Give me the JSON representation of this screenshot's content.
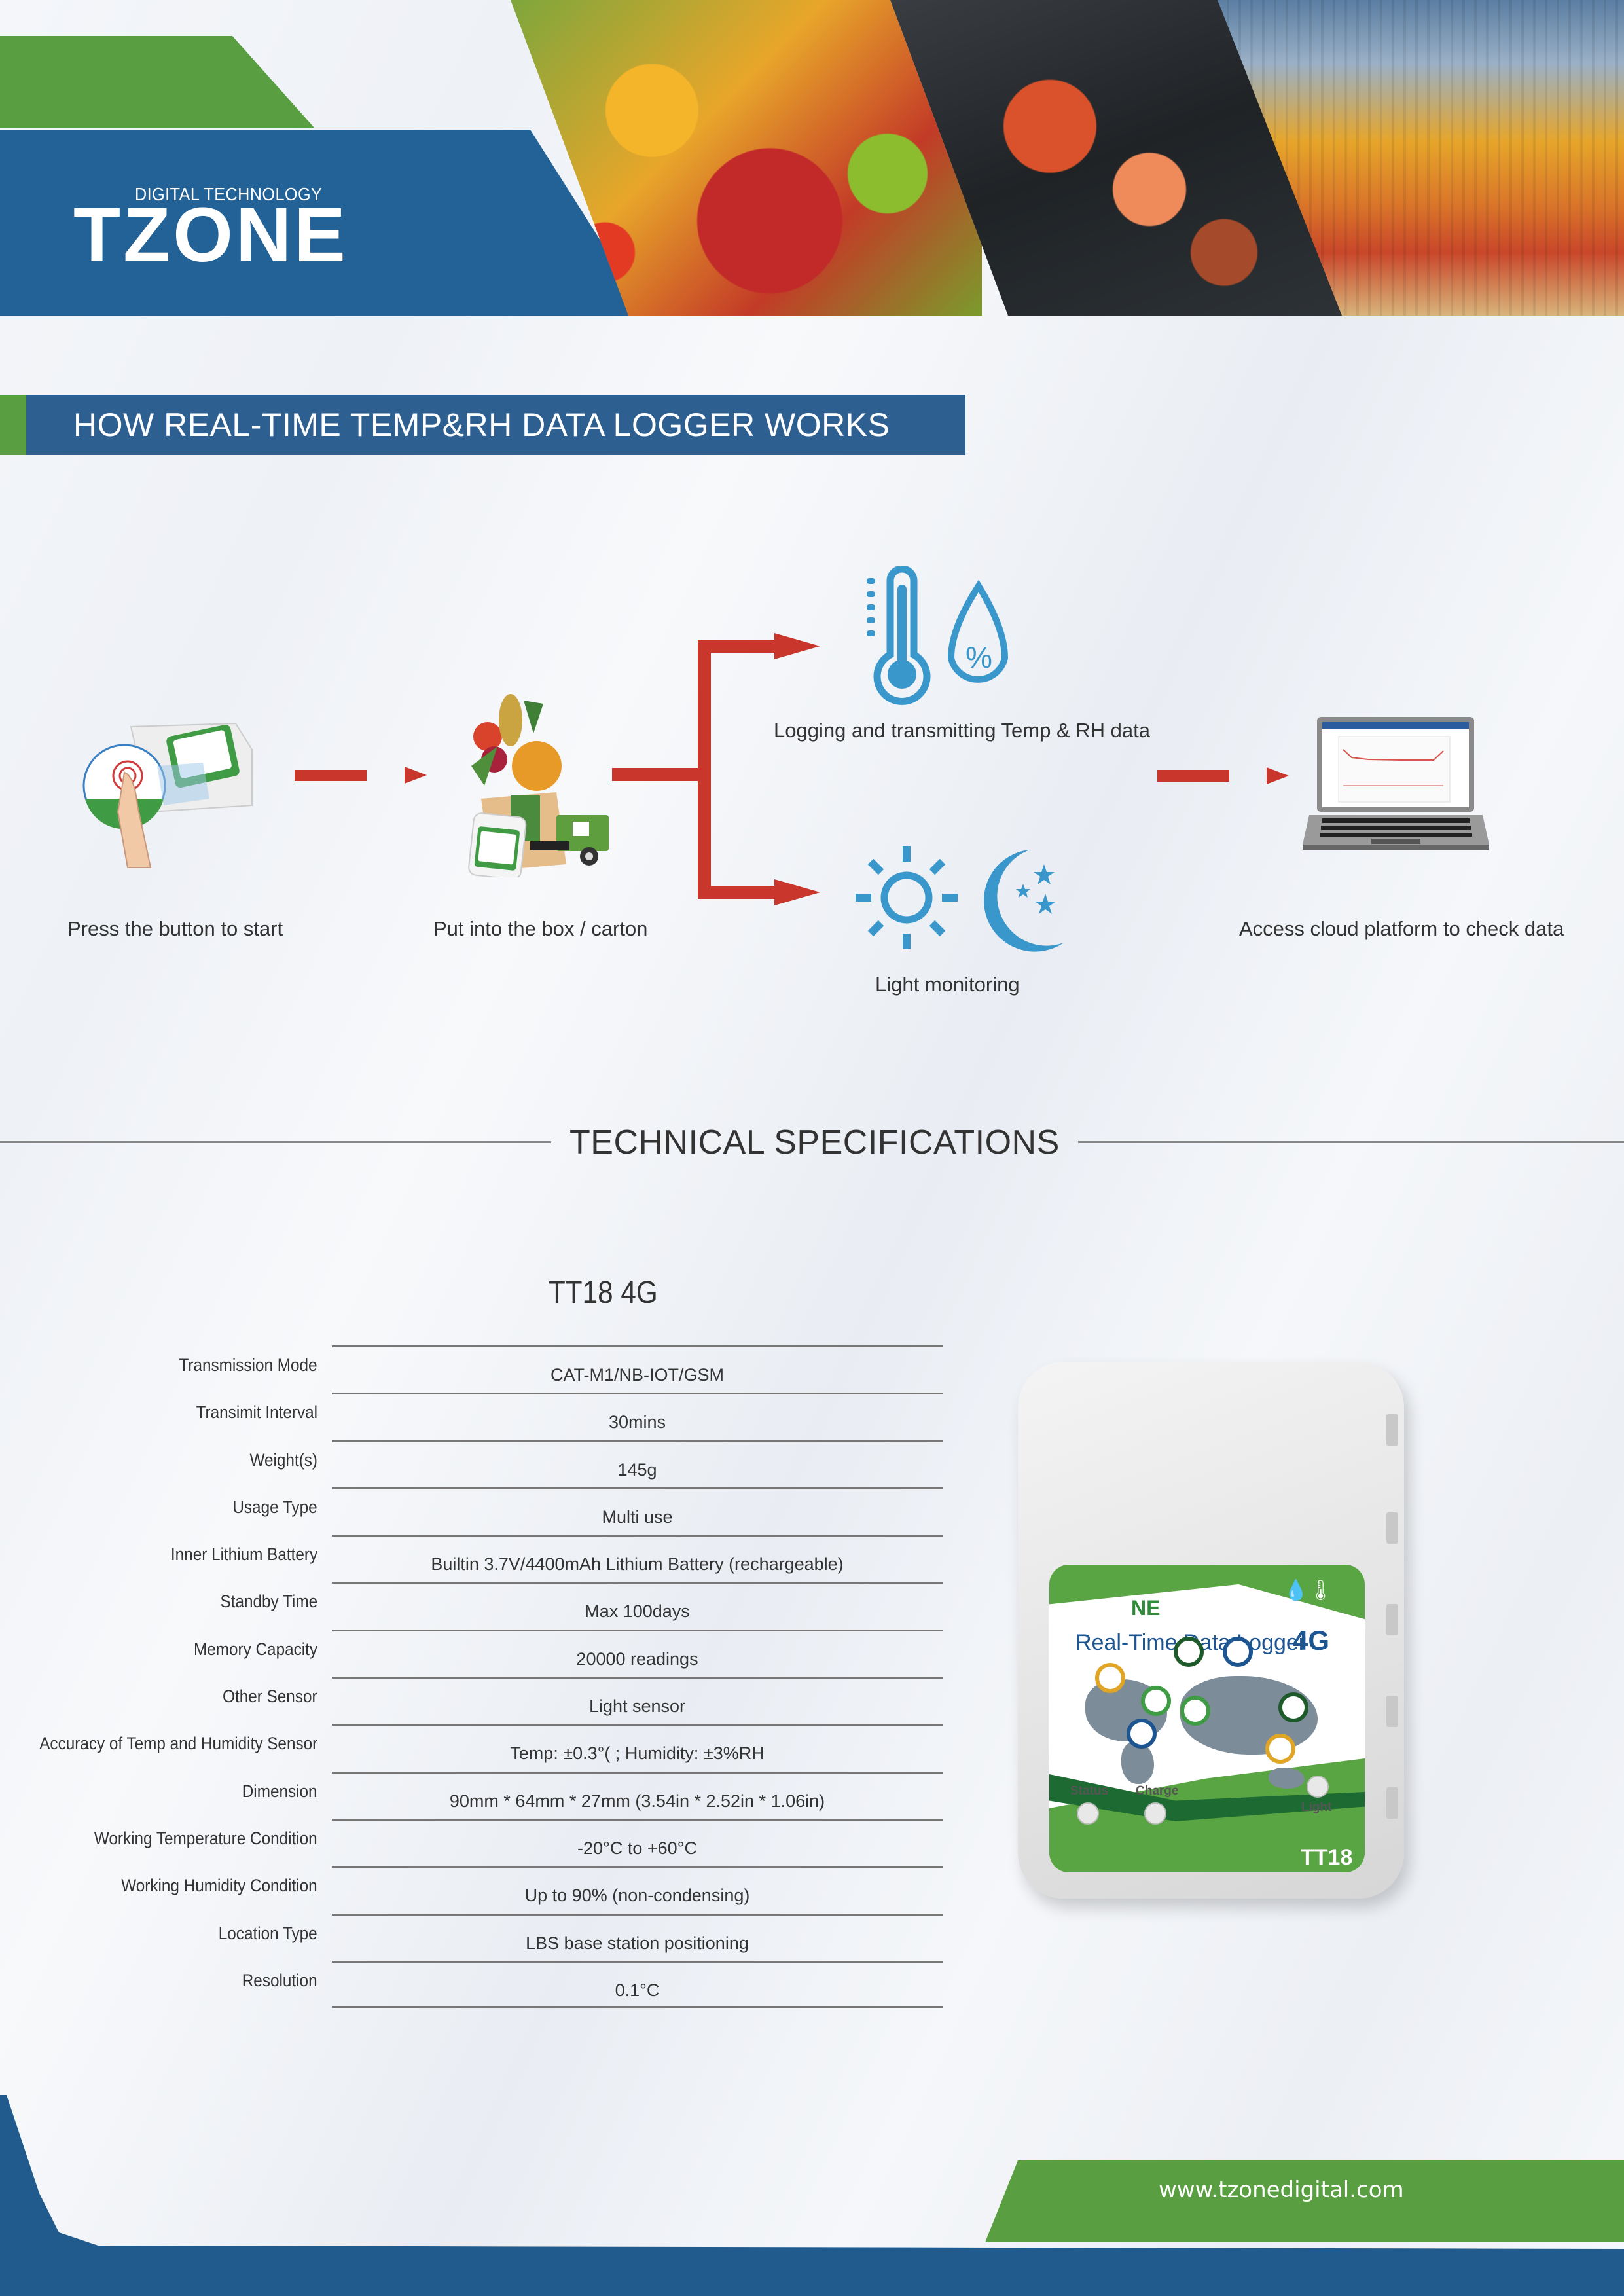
{
  "header": {
    "brand_tagline": "DIGITAL TECHNOLOGY",
    "brand_name": "TZONE",
    "colors": {
      "green": "#5a9e42",
      "blue": "#226297"
    },
    "photos": [
      "fresh-fruits-vegetables",
      "seafood",
      "shipping-containers-network"
    ]
  },
  "how_it_works": {
    "title": "HOW REAL-TIME TEMP&RH DATA LOGGER WORKS",
    "steps": [
      {
        "label": "Press the button to start",
        "icon": "hand-pressing-device-icon"
      },
      {
        "label": "Put into the box / carton",
        "icon": "grocery-bag-truck-icon"
      },
      {
        "label": "Logging and transmitting Temp & RH data",
        "icon": "thermometer-humidity-icon"
      },
      {
        "label": "Light monitoring",
        "icon": "sun-moon-icon"
      },
      {
        "label": "Access cloud platform to check data",
        "icon": "laptop-icon"
      }
    ],
    "arrow_color": "#c9362b",
    "icon_color": "#3a97cc"
  },
  "tech_specs": {
    "title": "TECHNICAL SPECIFICATIONS",
    "model": "TT18 4G",
    "rows": [
      {
        "label": "Transmission Mode",
        "value": "CAT-M1/NB-IOT/GSM"
      },
      {
        "label": "Transimit Interval",
        "value": "30mins"
      },
      {
        "label": "Weight(s)",
        "value": "145g"
      },
      {
        "label": "Usage Type",
        "value": "Multi use"
      },
      {
        "label": "Inner Lithium Battery",
        "value": "Builtin 3.7V/4400mAh Lithium Battery (rechargeable)"
      },
      {
        "label": "Standby Time",
        "value": "Max 100days"
      },
      {
        "label": "Memory Capacity",
        "value": "20000 readings"
      },
      {
        "label": "Other Sensor",
        "value": "Light sensor"
      },
      {
        "label": "Accuracy of Temp and Humidity Sensor",
        "value": "Temp: ±0.3°( ; Humidity: ±3%RH"
      },
      {
        "label": "Dimension",
        "value": "90mm * 64mm * 27mm (3.54in * 2.52in * 1.06in)"
      },
      {
        "label": "Working Temperature Condition",
        "value": "-20°C to +60°C"
      },
      {
        "label": "Working Humidity Condition",
        "value": "Up to 90% (non-condensing)"
      },
      {
        "label": "Location Type",
        "value": "LBS base station positioning"
      },
      {
        "label": "Resolution",
        "value": "0.1°C"
      }
    ]
  },
  "device": {
    "logo": "NE",
    "title": "Real-Time Data Logger",
    "badge": "4G",
    "model": "TT18",
    "leds": [
      "Status",
      "Charge",
      "Light"
    ]
  },
  "footer": {
    "url": "www.tzonedigital.com"
  }
}
